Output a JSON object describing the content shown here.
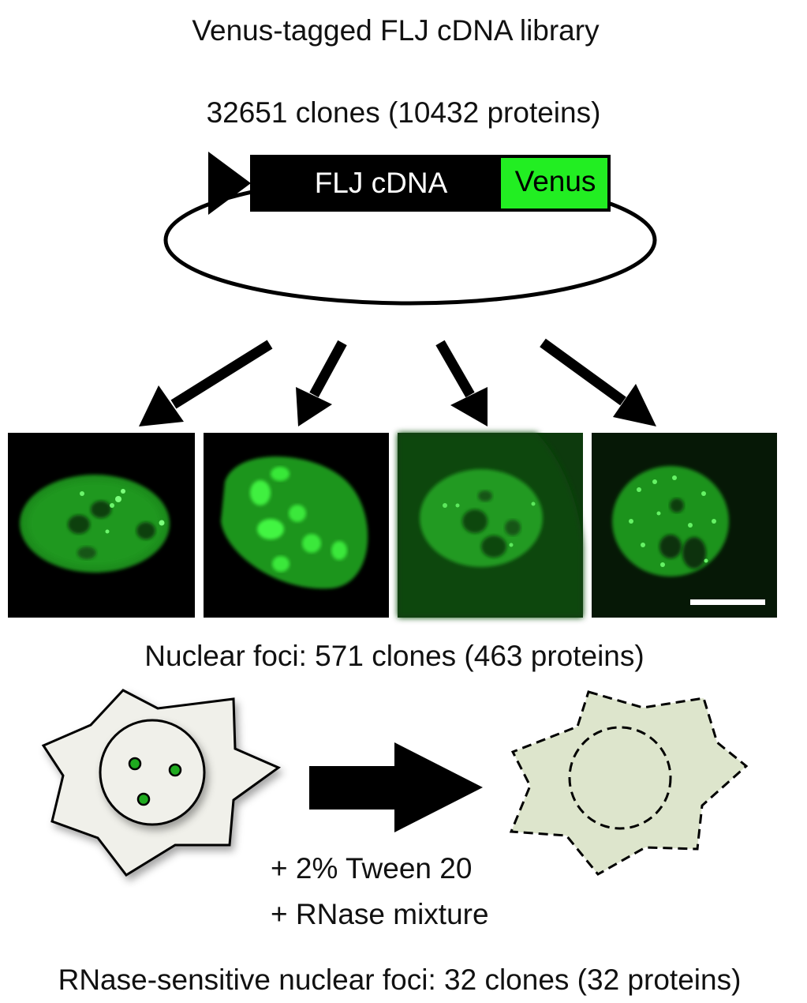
{
  "title": "Venus-tagged FLJ cDNA library",
  "library_count": "32651 clones (10432 proteins)",
  "construct": {
    "insert_label": "FLJ cDNA",
    "tag_label": "Venus",
    "tag_color": "#22ee22"
  },
  "panels": [
    {
      "name": "nucleus-image-1"
    },
    {
      "name": "nucleus-image-2"
    },
    {
      "name": "nucleus-image-3"
    },
    {
      "name": "nucleus-image-4"
    }
  ],
  "nuclear_foci": "Nuclear foci: 571 clones (463 proteins)",
  "treatment": [
    "+ 2% Tween 20",
    "+ RNase mixture"
  ],
  "result": "RNase-sensitive nuclear foci: 32 clones (32 proteins)",
  "colors": {
    "cell_before": "#f0f0ea",
    "cell_after": "#dde5cc",
    "focus_dot": "#1faa1f",
    "fluorescence": "#2fd12f"
  }
}
